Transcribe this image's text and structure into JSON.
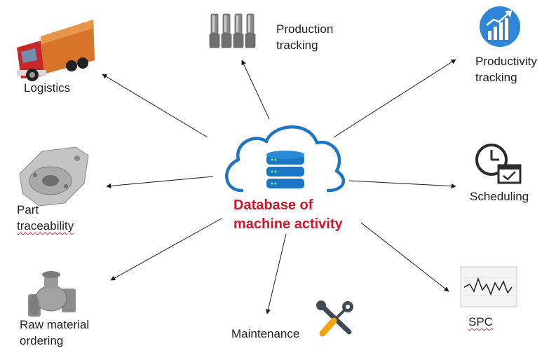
{
  "center": {
    "title_line1": "Database of",
    "title_line2": "machine activity",
    "accent_color": "#d0192a",
    "cloud_color": "#1b77c5"
  },
  "nodes": {
    "logistics": {
      "label": "Logistics",
      "icon": "truck-icon"
    },
    "production_tracking": {
      "label_line1": "Production",
      "label_line2": "tracking",
      "icon": "drill-bits-icon"
    },
    "productivity_tracking": {
      "label_line1": "Productivity",
      "label_line2": "tracking",
      "icon": "growth-chart-icon"
    },
    "part_traceability": {
      "label_line1": "Part",
      "label_line2": "traceability",
      "icon": "machined-part-icon"
    },
    "scheduling": {
      "label": "Scheduling",
      "icon": "clock-calendar-icon"
    },
    "raw_material_ordering": {
      "label_line1": "Raw material",
      "label_line2": "ordering",
      "icon": "valve-casting-icon"
    },
    "maintenance": {
      "label": "Maintenance",
      "icon": "wrench-screwdriver-icon"
    },
    "spc": {
      "label": "SPC",
      "icon": "control-chart-icon"
    }
  }
}
